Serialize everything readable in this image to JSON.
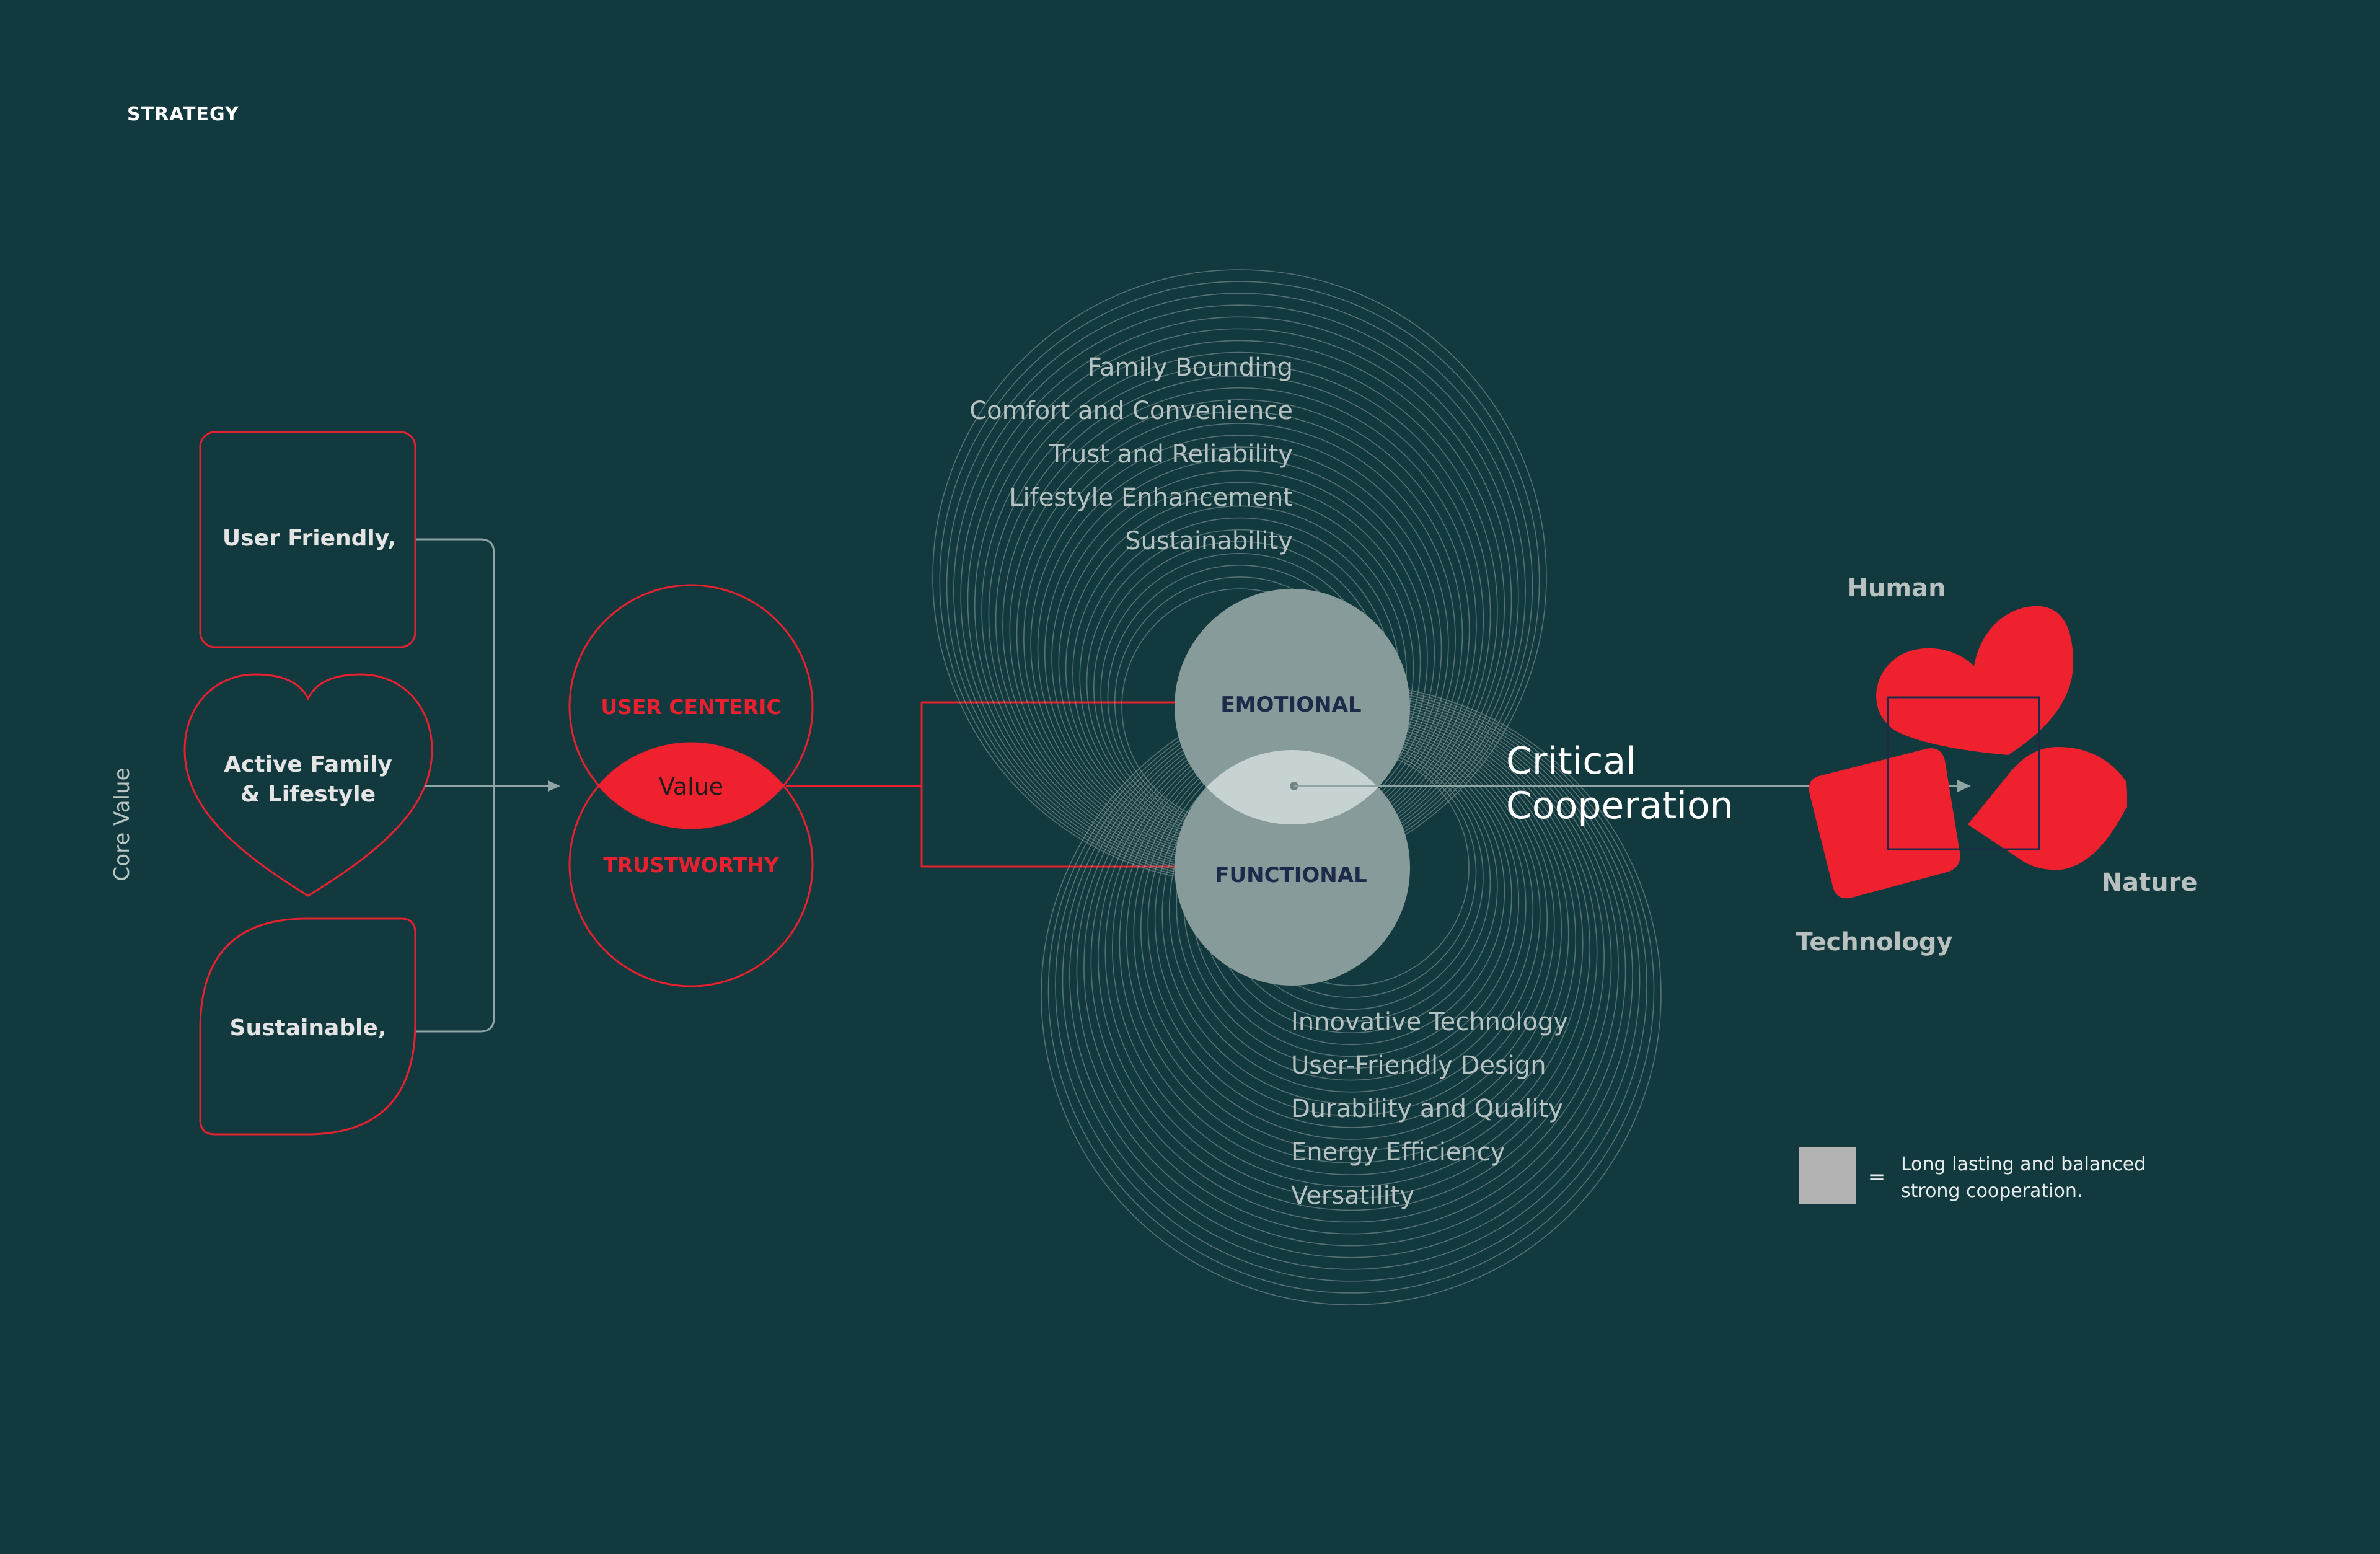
{
  "header": {
    "title": "STRATEGY"
  },
  "core_value": {
    "label": "Core Value",
    "items": [
      {
        "label": "User Friendly,"
      },
      {
        "label_line1": "Active Family",
        "label_line2": "& Lifestyle"
      },
      {
        "label": "Sustainable,"
      }
    ]
  },
  "value_venn": {
    "top": "USER CENTERIC",
    "center": "Value",
    "bottom": "TRUSTWORTHY"
  },
  "spheres": {
    "emotional": {
      "label": "EMOTIONAL",
      "attributes": [
        "Family Bounding",
        "Comfort and Convenience",
        "Trust and Reliability",
        "Lifestyle Enhancement",
        "Sustainability"
      ]
    },
    "functional": {
      "label": "FUNCTIONAL",
      "attributes": [
        "Innovative Technology",
        "User-Friendly Design",
        "Durability and Quality",
        "Energy Efficiency",
        "Versatility"
      ]
    }
  },
  "cooperation": {
    "line1": "Critical",
    "line2": "Cooperation"
  },
  "pillars": {
    "human": "Human",
    "nature": "Nature",
    "technology": "Technology"
  },
  "legend": {
    "equals": "=",
    "line1": "Long lasting and balanced",
    "line2": "strong cooperation."
  },
  "colors": {
    "background": "#12393D",
    "accent_red": "#F0212F",
    "sphere_grey": "#869B9A",
    "overlap_grey": "#C6D3D2",
    "line_grey": "#8FA4A4",
    "legend_swatch": "#B3B3B3"
  }
}
